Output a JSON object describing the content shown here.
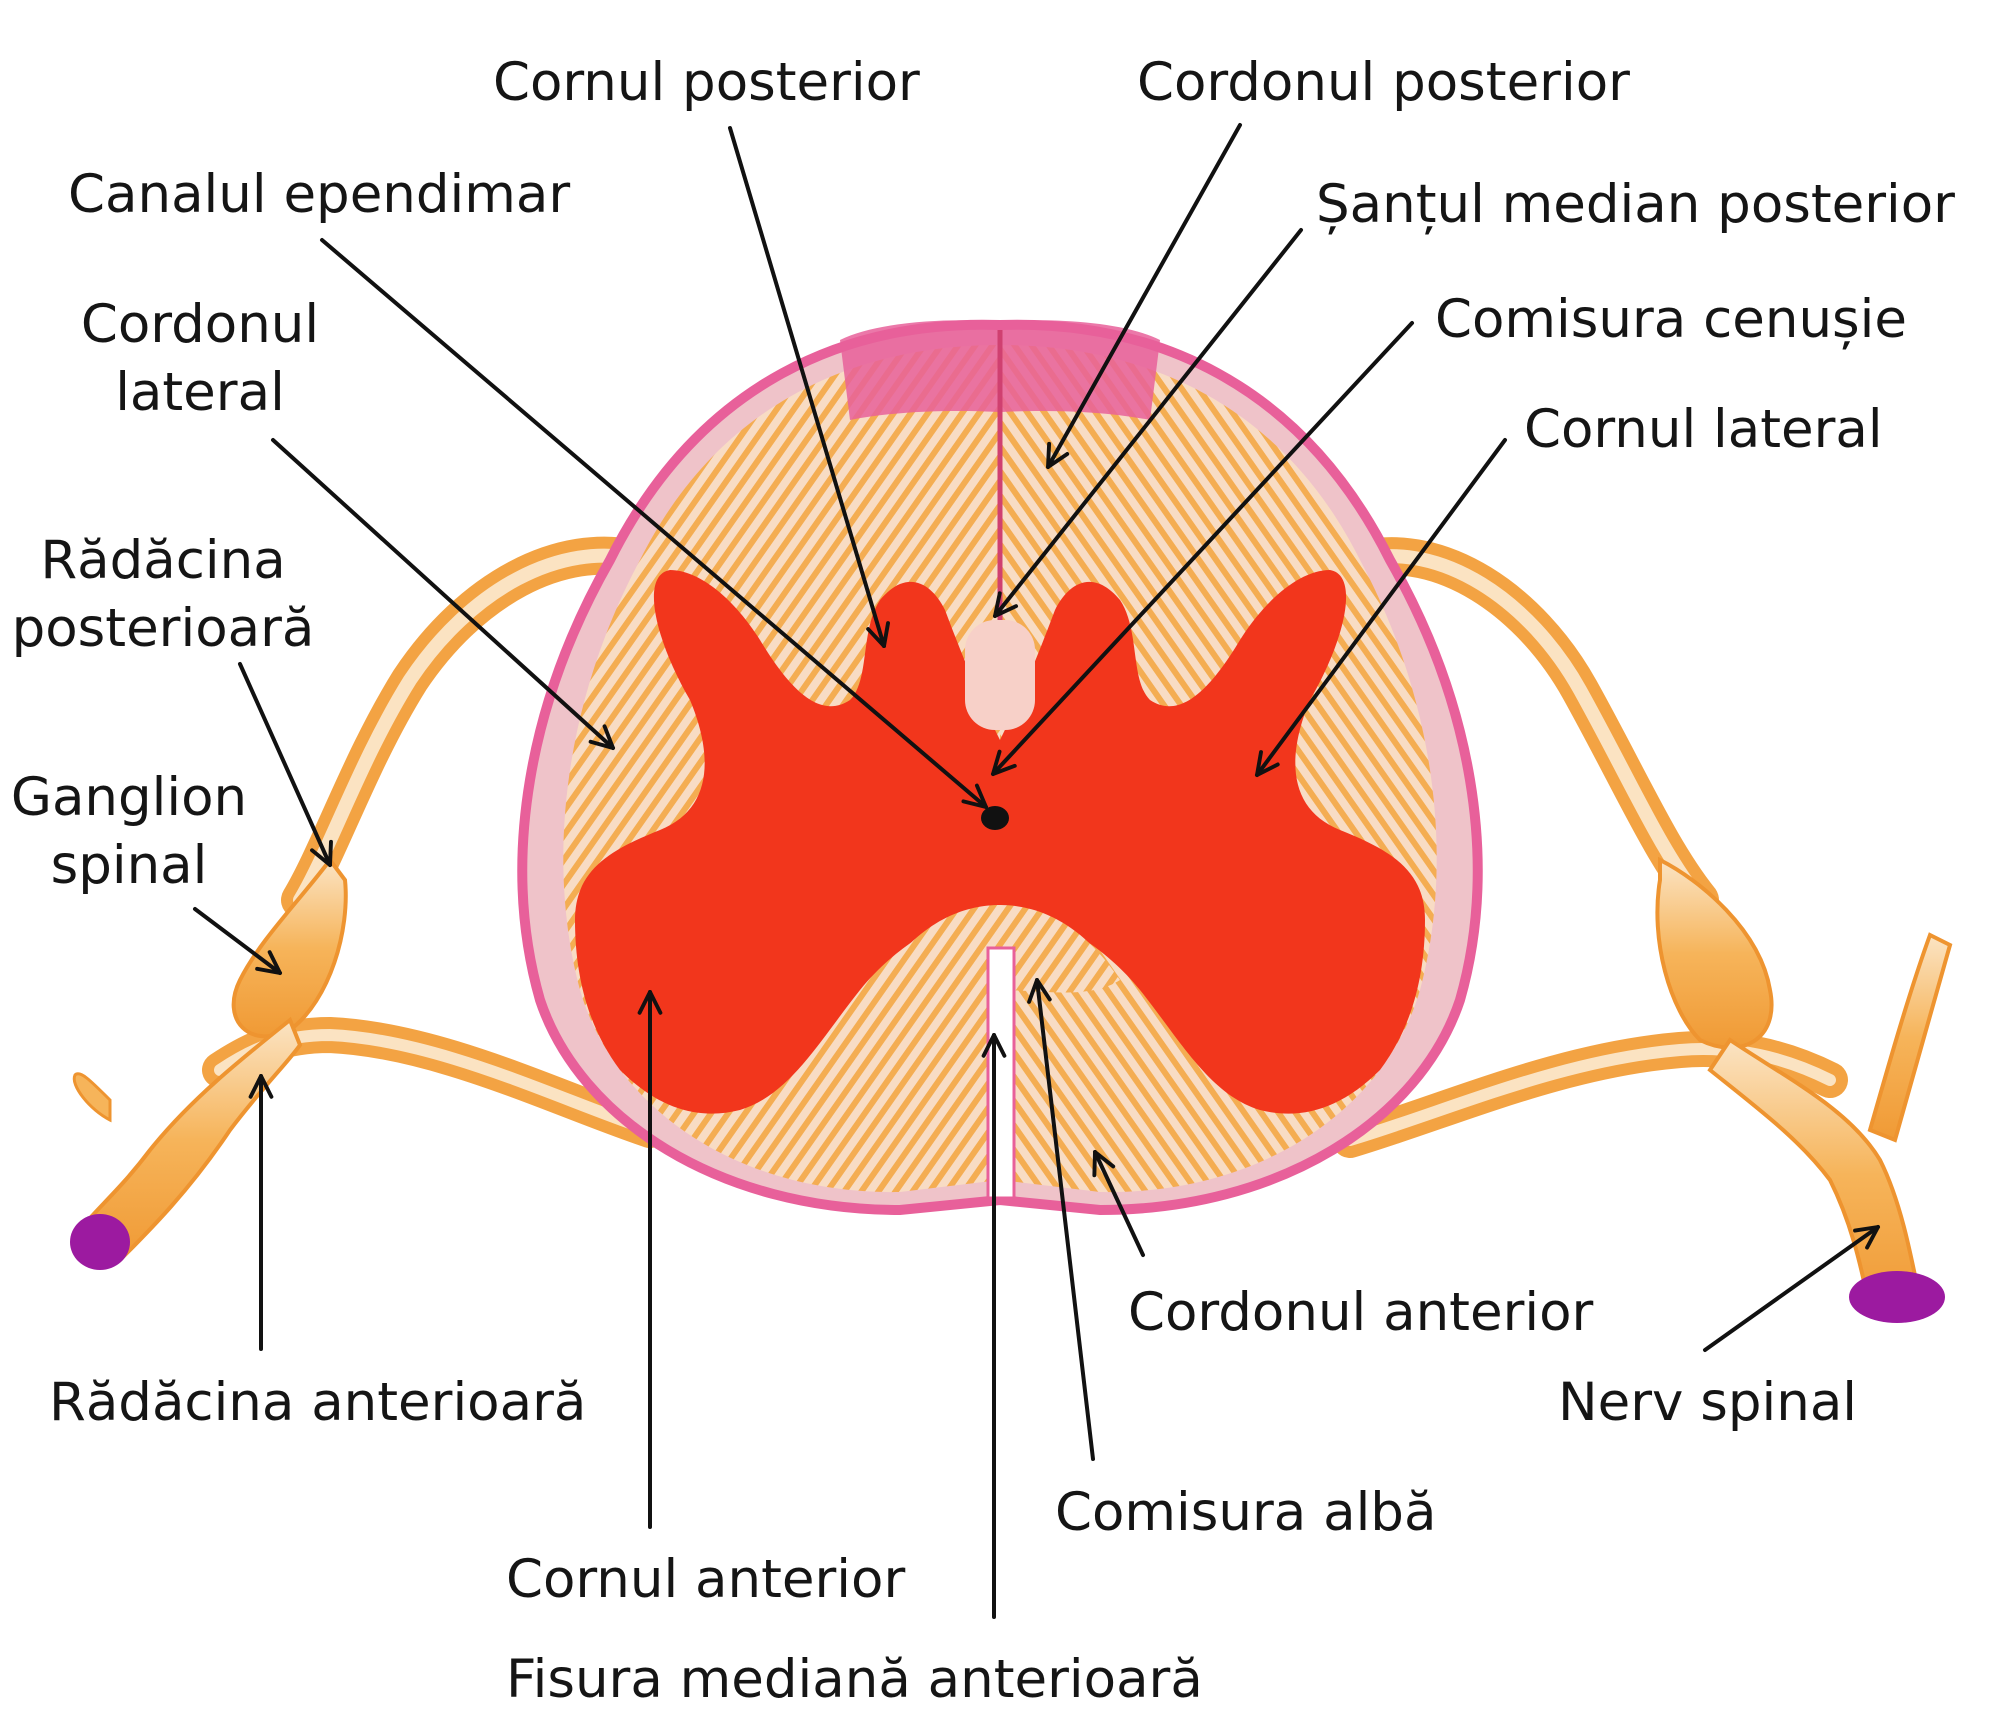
{
  "labels": {
    "cornul_posterior": "Cornul posterior",
    "cordonul_posterior": "Cordonul posterior",
    "canalul_ependimar": "Canalul ependimar",
    "santul_median_posterior": "Șanțul median posterior",
    "comisura_cenusie": "Comisura cenușie",
    "cordonul_lateral_line1": "Cordonul",
    "cordonul_lateral_line2": "lateral",
    "cornul_lateral": "Cornul lateral",
    "radacina_posterioara_line1": "Rădăcina",
    "radacina_posterioara_line2": "posterioară",
    "ganglion_spinal_line1": "Ganglion",
    "ganglion_spinal_line2": "spinal",
    "cordonul_anterior": "Cordonul anterior",
    "radacina_anterioara": "Rădăcina anterioară",
    "nerv_spinal": "Nerv spinal",
    "comisura_alba": "Comisura albă",
    "cornul_anterior": "Cornul anterior",
    "fisura_mediana_anterioara": "Fisura mediană anterioară"
  },
  "colors": {
    "grey_matter": "#f2361c",
    "white_matter": "#f7d7b8",
    "white_matter_stripes": "#f5a33a",
    "pia_mater": "#e8609a",
    "nerve_root": "#f6bb63",
    "nerve_cut": "#9c1aa0",
    "arrow": "#111111"
  }
}
